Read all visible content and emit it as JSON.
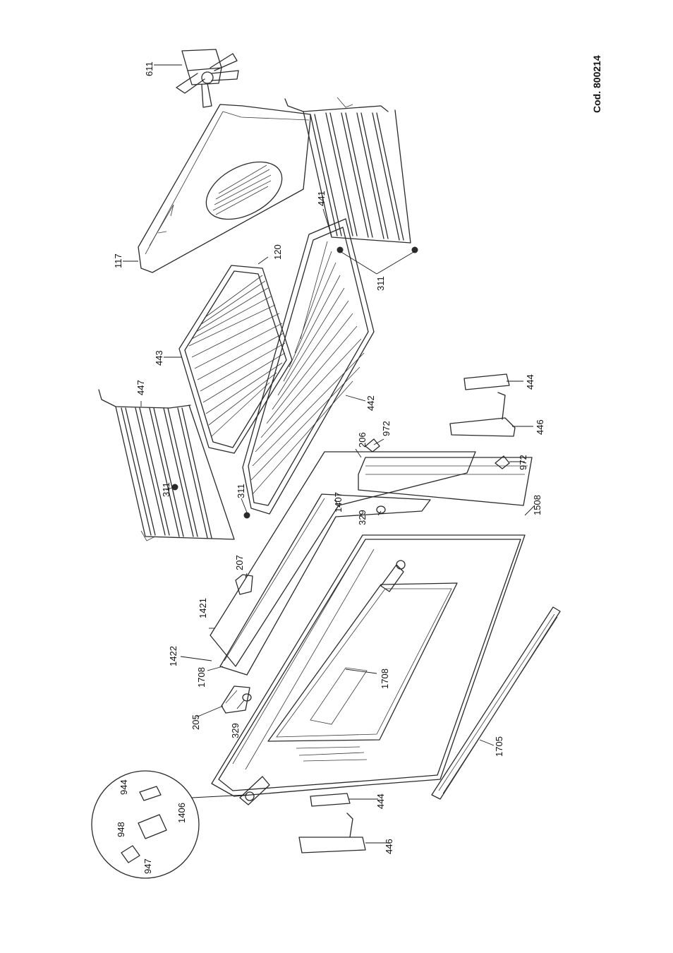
{
  "code_label": "Cod. 800214",
  "labels": [
    "611",
    "117",
    "120",
    "441",
    "311",
    "443",
    "447",
    "442",
    "311",
    "311",
    "206",
    "972",
    "444",
    "446",
    "972",
    "207",
    "1421",
    "1407",
    "329",
    "1508",
    "1422",
    "1708",
    "205",
    "329",
    "1708",
    "944",
    "1406",
    "948",
    "947",
    "444",
    "446",
    "1705"
  ]
}
